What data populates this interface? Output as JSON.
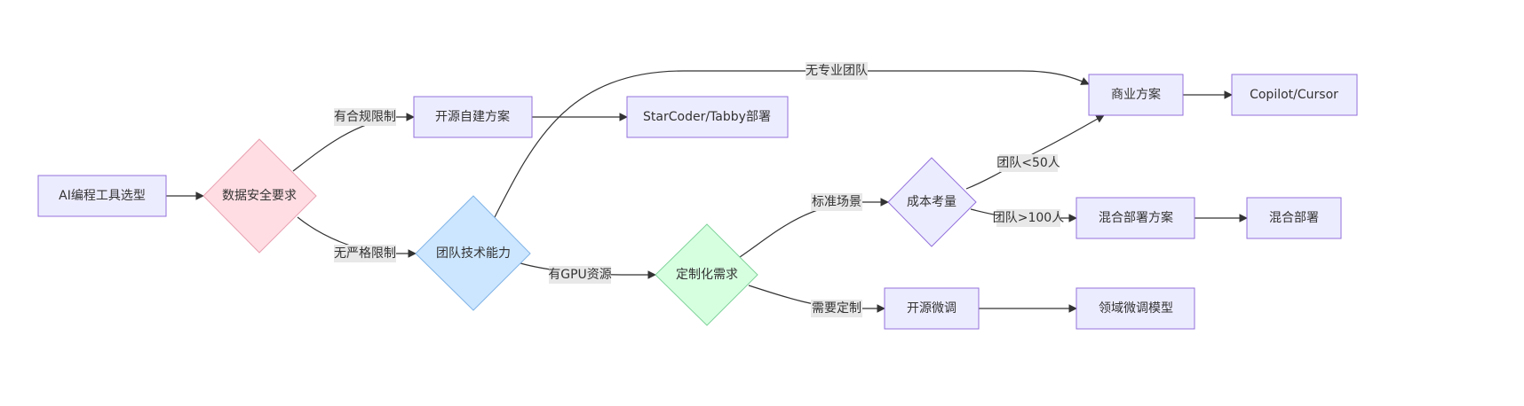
{
  "colors": {
    "default_fill": "#ececff",
    "default_stroke": "#9370db",
    "security_fill": "#ffdde3",
    "security_stroke": "#e8a0b0",
    "team_fill": "#cce6ff",
    "team_stroke": "#80b3e6",
    "custom_fill": "#d6ffe0",
    "custom_stroke": "#80d29a",
    "cost_fill": "#ececff",
    "cost_stroke": "#9370db",
    "edge": "#333333",
    "edge_label_bg": "#e8e8e8"
  },
  "nodes": {
    "start": "AI编程工具选型",
    "security": "数据安全要求",
    "opensource_self": "开源自建方案",
    "starcoder": "StarCoder/Tabby部署",
    "team_tech": "团队技术能力",
    "commercial": "商业方案",
    "copilot": "Copilot/Cursor",
    "customization": "定制化需求",
    "cost": "成本考量",
    "hybrid": "混合部署方案",
    "hybrid_deploy": "混合部署",
    "finetune": "开源微调",
    "domain_model": "领域微调模型"
  },
  "edge_labels": {
    "compliance": "有合规限制",
    "no_strict": "无严格限制",
    "no_team": "无专业团队",
    "has_gpu": "有GPU资源",
    "standard": "标准场景",
    "need_custom": "需要定制",
    "team_small": "团队<50人",
    "team_large": "团队>100人"
  }
}
